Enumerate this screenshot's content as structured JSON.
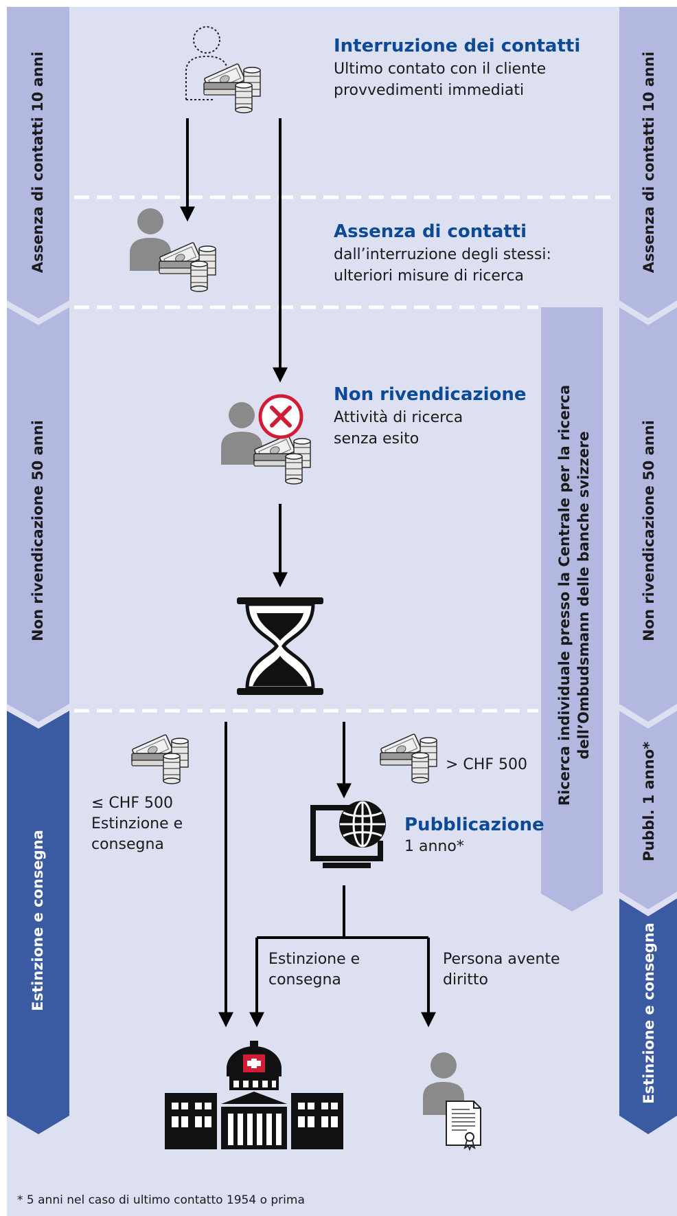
{
  "colors": {
    "background": "#dde0f1",
    "phase_light": "#b2b8df",
    "phase_dark": "#3a5aa1",
    "heading_blue": "#0d4a96",
    "text_dark": "#1a1a1a",
    "icon_gray": "#8a8a8a",
    "cross_red": "#d01d35"
  },
  "left_phases": [
    {
      "label": "Assenza di contatti 10 anni"
    },
    {
      "label": "Non rivendicazione 50 anni"
    },
    {
      "label": "Estinzione e consegna"
    }
  ],
  "right_phases": [
    {
      "label": "Assenza di contatti 10 anni"
    },
    {
      "label": "Non rivendicazione 50 anni"
    },
    {
      "label": "Pubbl. 1 anno*"
    },
    {
      "label": "Estinzione e consegna"
    }
  ],
  "research_band": {
    "line1": "Ricerca individuale presso la Centrale per la ricerca",
    "line2": "dell’Ombudsmann delle banche svizzere"
  },
  "steps": {
    "interruption": {
      "title": "Interruzione dei contatti",
      "line1": "Ultimo contato con il cliente",
      "line2": "provvedimenti immediati"
    },
    "absence": {
      "title": "Assenza di contatti",
      "line1": "dall’interruzione degli stessi:",
      "line2": "ulteriori misure di ricerca"
    },
    "non_claim": {
      "title": "Non rivendicazione",
      "line1": "Attività di ricerca",
      "line2": "senza esito"
    },
    "publication": {
      "title": "Pubblicazione",
      "line1": "1 anno*"
    }
  },
  "branches": {
    "small_amount": {
      "line1": "≤ CHF 500",
      "line2": "Estinzione e",
      "line3": "consegna"
    },
    "large_amount": {
      "label": "> CHF 500"
    },
    "extinction": {
      "line1": "Estinzione e",
      "line2": "consegna"
    },
    "entitled": {
      "line1": "Persona avente",
      "line2": "diritto"
    }
  },
  "icons": {
    "dotted_person": "dotted-person-icon",
    "money": "money-icon",
    "person": "person-icon",
    "cross": "red-cross-icon",
    "hourglass": "hourglass-icon",
    "monitor_globe": "monitor-globe-icon",
    "federal_palace": "federal-palace-icon",
    "certificate": "certificate-icon"
  },
  "footnote": "* 5 anni nel caso di ultimo contatto 1954 o prima"
}
